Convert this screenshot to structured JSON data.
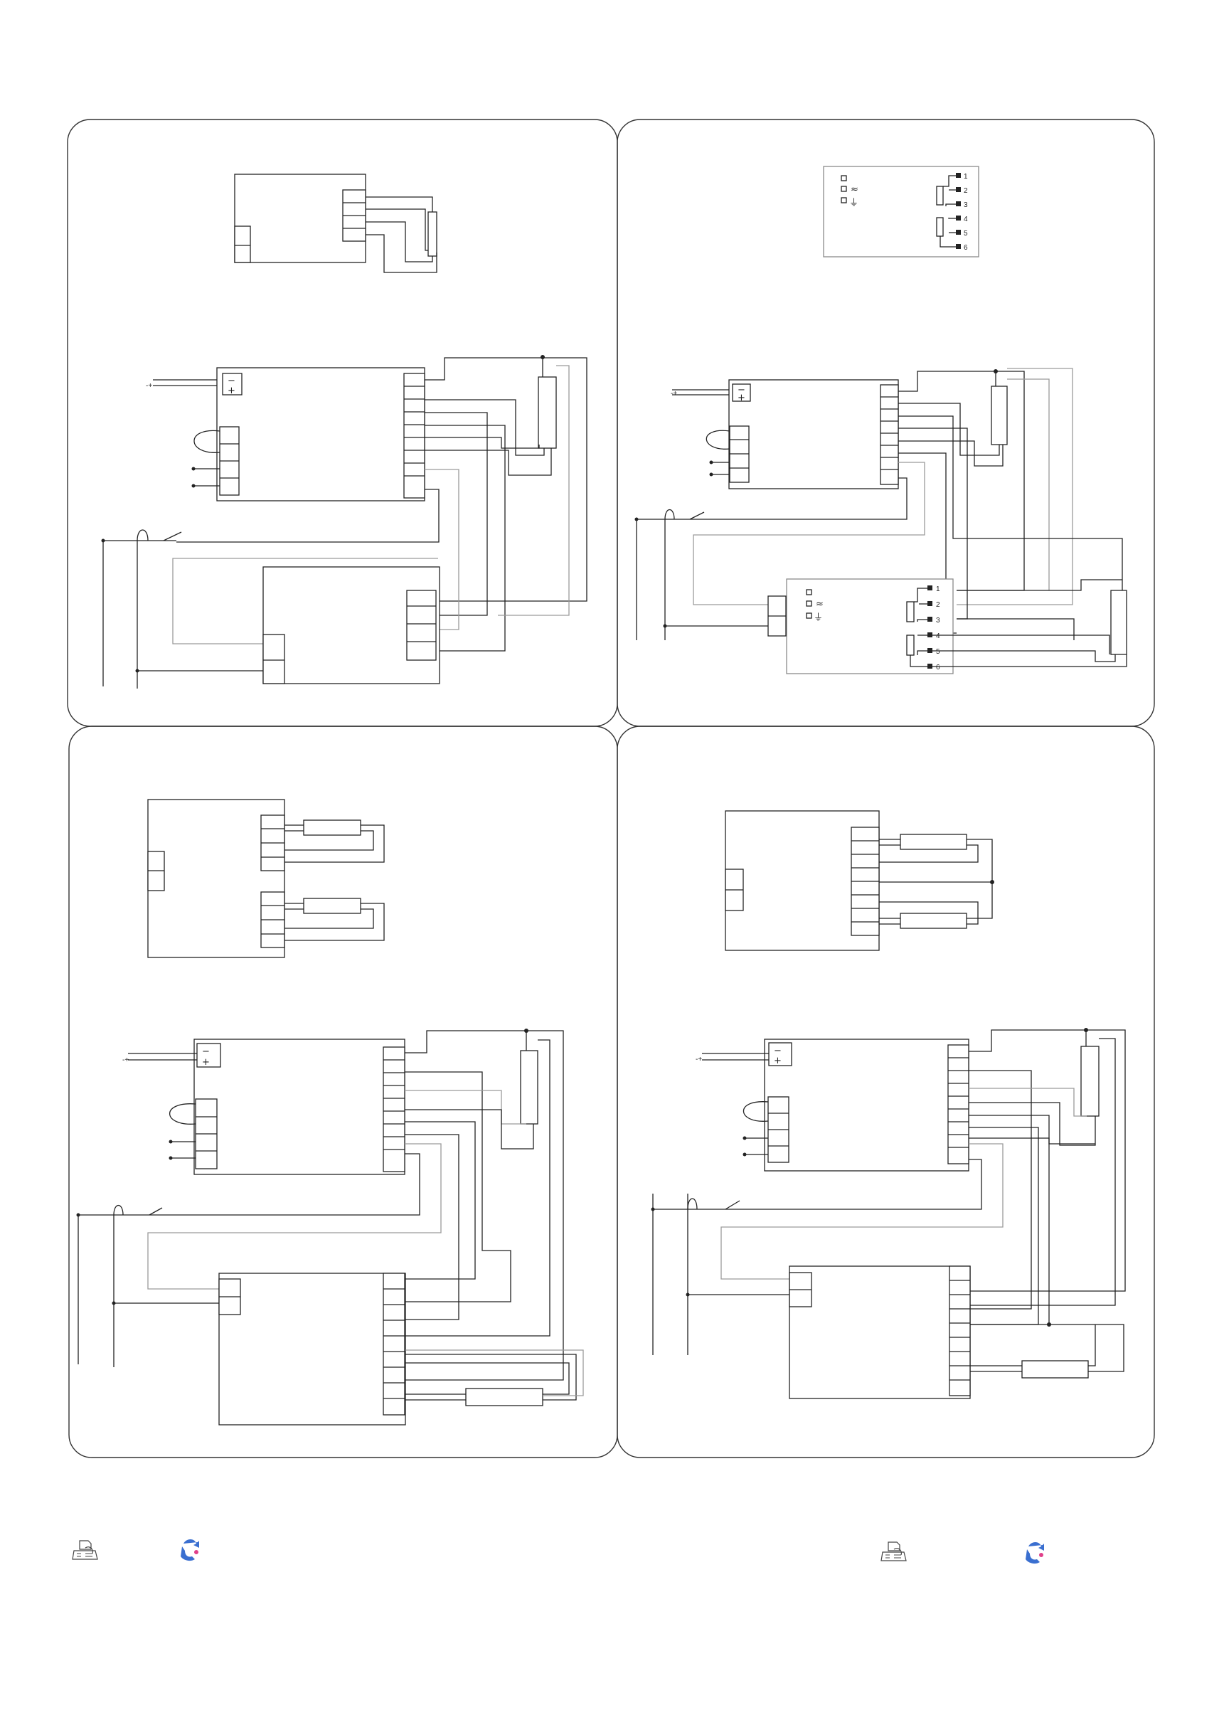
{
  "diagram": {
    "panels": [
      {
        "id": "top-left"
      },
      {
        "id": "top-right"
      },
      {
        "id": "bottom-left"
      },
      {
        "id": "bottom-right"
      }
    ],
    "terminal_numbers": [
      "1",
      "2",
      "3",
      "4",
      "5",
      "6"
    ],
    "psu_symbols": {
      "minus": "−",
      "plus": "+",
      "ac": "≈",
      "earth": "⏚"
    },
    "dc_symbol": "-+"
  },
  "footer": {
    "icons": [
      "fax-icon",
      "recycle-icon",
      "fax-icon",
      "recycle-icon"
    ]
  },
  "colors": {
    "line": "#222222",
    "grey_line": "#9a9a9a",
    "panel_border": "#333333",
    "recycle_blue": "#3a6fd0",
    "recycle_pink": "#e0408a"
  }
}
